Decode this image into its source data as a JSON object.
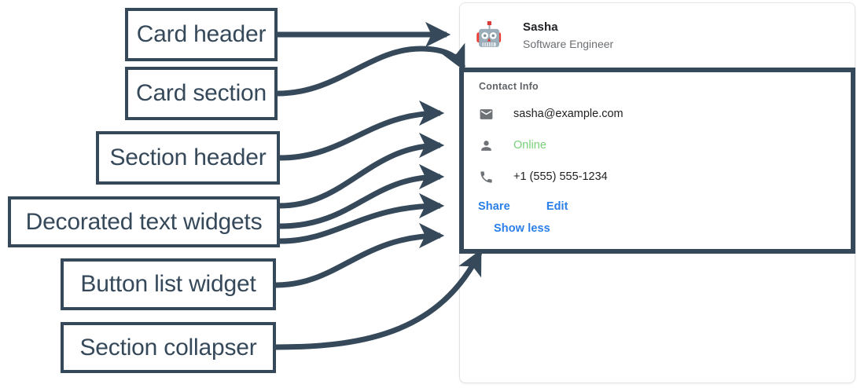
{
  "annotations": [
    {
      "id": "card-header",
      "label": "Card header"
    },
    {
      "id": "card-section",
      "label": "Card section"
    },
    {
      "id": "section-header",
      "label": "Section header"
    },
    {
      "id": "decorated-text",
      "label": "Decorated text widgets"
    },
    {
      "id": "button-list",
      "label": "Button list widget"
    },
    {
      "id": "section-collapser",
      "label": "Section collapser"
    }
  ],
  "card": {
    "header": {
      "avatar_icon": "robot-avatar-icon",
      "title": "Sasha",
      "subtitle": "Software Engineer"
    },
    "section": {
      "header": "Contact Info",
      "rows": [
        {
          "icon": "email-icon",
          "text": "sasha@example.com",
          "color": "#202124"
        },
        {
          "icon": "person-icon",
          "text": "Online",
          "color": "#78d178"
        },
        {
          "icon": "phone-icon",
          "text": "+1 (555) 555-1234",
          "color": "#202124"
        }
      ],
      "buttons": [
        {
          "label": "Share"
        },
        {
          "label": "Edit"
        }
      ],
      "collapser": {
        "label": "Show less"
      }
    }
  },
  "colors": {
    "annotation_stroke": "#36495a",
    "link_blue": "#2a7fe8",
    "status_green": "#78d178",
    "muted_gray": "#5f6368",
    "card_border": "#e3e3e3"
  }
}
